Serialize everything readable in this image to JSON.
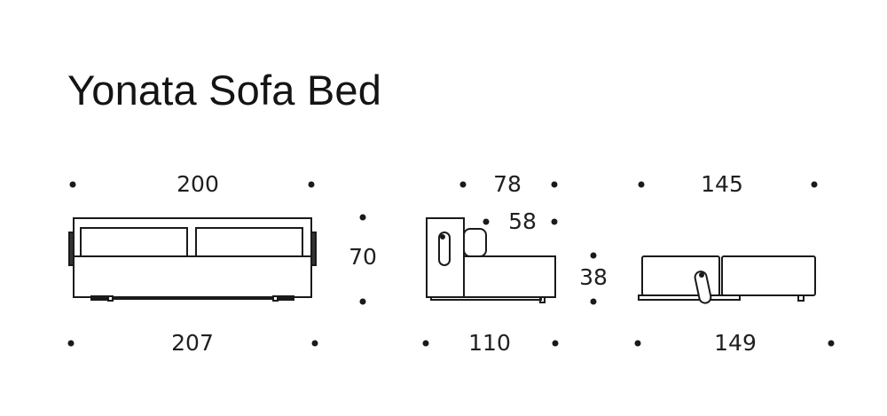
{
  "title": "Yonata Sofa Bed",
  "views": {
    "front": {
      "width_top": "200",
      "width_bottom": "207",
      "height": "70"
    },
    "side": {
      "depth_top": "78",
      "seat_depth": "58",
      "seat_height": "38",
      "depth_bottom": "110"
    },
    "bed": {
      "length_top": "145",
      "length_bottom": "149"
    }
  }
}
